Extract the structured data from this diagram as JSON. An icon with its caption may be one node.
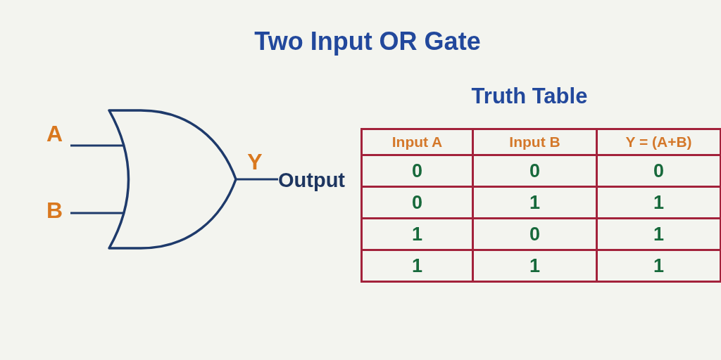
{
  "diagram": {
    "title": "Two Input OR Gate",
    "nodes": [
      {
        "text": [
          "A"
        ]
      },
      {
        "text": [
          "B"
        ]
      },
      {
        "text": [],
        "shape": "gate"
      },
      {
        "text": [
          "Output"
        ]
      }
    ],
    "edges": [
      {
        "from": 0,
        "to": 2,
        "arrow": "none"
      },
      {
        "from": 1,
        "to": 2,
        "arrow": "none"
      },
      {
        "from": 2,
        "to": 3,
        "arrow": "none",
        "label": "Y"
      }
    ],
    "labels": [
      "Truth Table",
      "Input A",
      "Input B",
      "Y = (A+B)",
      "0",
      "0",
      "0",
      "0",
      "1",
      "1",
      "1",
      "0",
      "1",
      "1",
      "1",
      "1"
    ]
  }
}
